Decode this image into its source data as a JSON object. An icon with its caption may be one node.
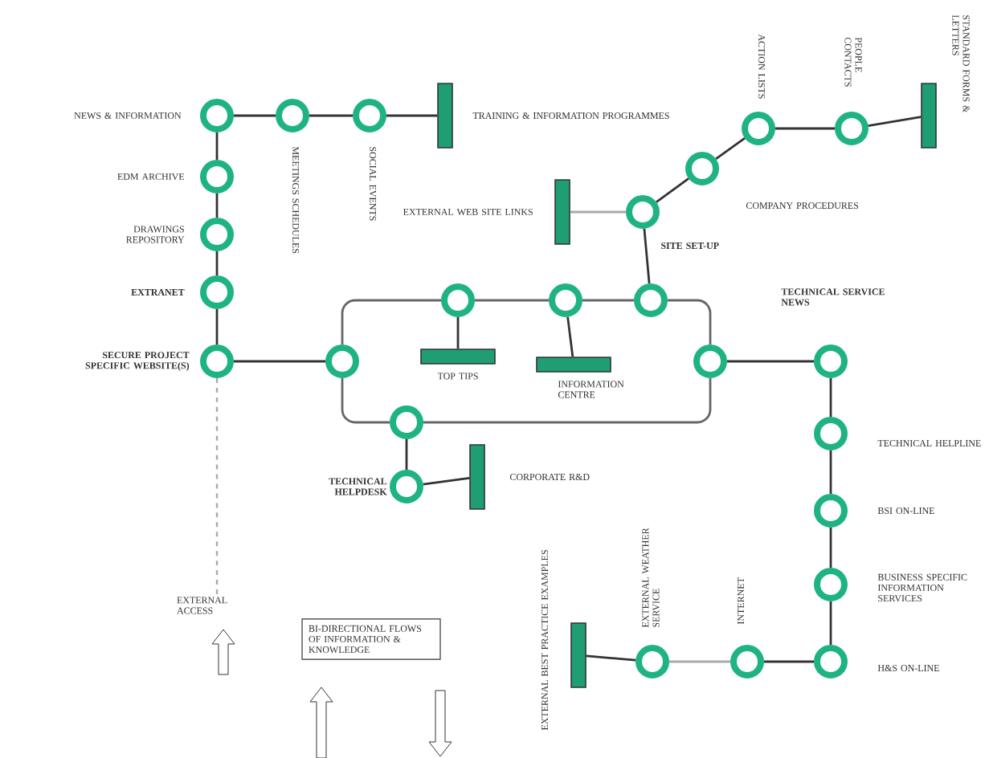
{
  "diagram": {
    "nodes": [
      {
        "text": [],
        "shape": "circle",
        "beside": [
          "NEWS & INFORMATION"
        ]
      },
      {
        "text": [],
        "shape": "circle",
        "beside": [
          "EDM ARCHIVE"
        ]
      },
      {
        "text": [],
        "shape": "circle",
        "beside": [
          "DRAWINGS REPOSITORY"
        ]
      },
      {
        "text": [],
        "shape": "circle",
        "beside": [
          "EXTRANET"
        ]
      },
      {
        "text": [],
        "shape": "circle",
        "beside": [
          "SECURE PROJECT SPECIFIC WEBSITE(S)"
        ]
      },
      {
        "text": [],
        "shape": "circle",
        "beside": [
          "MEETINGS SCHEDULES"
        ]
      },
      {
        "text": [],
        "shape": "circle",
        "beside": [
          "SOCIAL EVENTS"
        ]
      },
      {
        "text": [],
        "shape": "bar",
        "beside": [
          "TRAINING & INFORMATION PROGRAMMES"
        ]
      },
      {
        "text": [],
        "shape": "circle"
      },
      {
        "text": [],
        "shape": "circle"
      },
      {
        "text": [],
        "shape": "circle"
      },
      {
        "text": [],
        "shape": "circle"
      },
      {
        "text": [],
        "shape": "circle"
      },
      {
        "text": [],
        "shape": "circle"
      },
      {
        "text": [],
        "shape": "bar",
        "beside": [
          "TOP TIPS"
        ]
      },
      {
        "text": [],
        "shape": "bar",
        "beside": [
          "INFORMATION CENTRE"
        ]
      },
      {
        "text": [],
        "shape": "circle",
        "beside": [
          "SITE SET-UP"
        ]
      },
      {
        "text": [],
        "shape": "bar",
        "beside": [
          "EXTERNAL WEB SITE LINKS"
        ]
      },
      {
        "text": [],
        "shape": "circle",
        "beside": [
          "COMPANY PROCEDURES"
        ]
      },
      {
        "text": [],
        "shape": "circle",
        "beside": [
          "ACTION LISTS"
        ]
      },
      {
        "text": [],
        "shape": "circle",
        "beside": [
          "PEOPLE CONTACTS"
        ]
      },
      {
        "text": [],
        "shape": "bar",
        "beside": [
          "STANDARD FORMS & LETTERS"
        ]
      },
      {
        "text": [],
        "shape": "circle"
      },
      {
        "text": [],
        "shape": "circle",
        "beside": [
          "TECHNICAL HELPLINE"
        ]
      },
      {
        "text": [],
        "shape": "circle",
        "beside": [
          "BSI ON-LINE"
        ]
      },
      {
        "text": [],
        "shape": "circle",
        "beside": [
          "BUSINESS SPECIFIC INFORMATION SERVICES"
        ]
      },
      {
        "text": [],
        "shape": "circle",
        "beside": [
          "H&S ON-LINE"
        ]
      },
      {
        "text": [],
        "shape": "circle",
        "beside": [
          "INTERNET"
        ]
      },
      {
        "text": [],
        "shape": "circle",
        "beside": [
          "EXTERNAL WEATHER SERVICE"
        ]
      },
      {
        "text": [],
        "shape": "bar",
        "beside": [
          "EXTERNAL BEST PRACTICE EXAMPLES"
        ]
      },
      {
        "text": [],
        "shape": "circle",
        "beside": [
          "TECHNICAL HELPDESK"
        ]
      },
      {
        "text": [],
        "shape": "bar",
        "beside": [
          "CORPORATE R&D"
        ]
      },
      {
        "text": [
          "EXTERNAL ACCESS"
        ]
      },
      {
        "text": [
          "BI-DIRECTIONAL FLOWS OF INFORMATION & KNOWLEDGE"
        ]
      }
    ],
    "edges": [
      {
        "from": 0,
        "to": 1,
        "arrow": "none"
      },
      {
        "from": 1,
        "to": 2,
        "arrow": "none"
      },
      {
        "from": 2,
        "to": 3,
        "arrow": "none"
      },
      {
        "from": 3,
        "to": 4,
        "arrow": "none"
      },
      {
        "from": 0,
        "to": 5,
        "arrow": "none"
      },
      {
        "from": 5,
        "to": 6,
        "arrow": "none"
      },
      {
        "from": 6,
        "to": 7,
        "arrow": "none"
      },
      {
        "from": 4,
        "to": 8,
        "arrow": "none"
      },
      {
        "from": 8,
        "to": 9,
        "arrow": "none",
        "color": "#666666"
      },
      {
        "from": 9,
        "to": 10,
        "arrow": "none",
        "color": "#666666"
      },
      {
        "from": 10,
        "to": 11,
        "arrow": "none",
        "color": "#666666"
      },
      {
        "from": 11,
        "to": 12,
        "arrow": "none",
        "color": "#666666"
      },
      {
        "from": 12,
        "to": 13,
        "arrow": "none",
        "color": "#666666"
      },
      {
        "from": 13,
        "to": 8,
        "arrow": "none",
        "color": "#666666"
      },
      {
        "from": 9,
        "to": 14,
        "arrow": "none"
      },
      {
        "from": 10,
        "to": 15,
        "arrow": "none"
      },
      {
        "from": 11,
        "to": 16,
        "arrow": "none"
      },
      {
        "from": 16,
        "to": 17,
        "arrow": "none",
        "color": "#aaaaaa"
      },
      {
        "from": 16,
        "to": 18,
        "arrow": "none"
      },
      {
        "from": 18,
        "to": 19,
        "arrow": "none"
      },
      {
        "from": 19,
        "to": 20,
        "arrow": "none"
      },
      {
        "from": 20,
        "to": 21,
        "arrow": "none"
      },
      {
        "from": 12,
        "to": 22,
        "arrow": "none"
      },
      {
        "from": 22,
        "to": 23,
        "arrow": "none"
      },
      {
        "from": 23,
        "to": 24,
        "arrow": "none"
      },
      {
        "from": 24,
        "to": 25,
        "arrow": "none"
      },
      {
        "from": 25,
        "to": 26,
        "arrow": "none"
      },
      {
        "from": 26,
        "to": 27,
        "arrow": "none"
      },
      {
        "from": 27,
        "to": 28,
        "arrow": "none",
        "color": "#aaaaaa"
      },
      {
        "from": 28,
        "to": 29,
        "arrow": "none"
      },
      {
        "from": 13,
        "to": 30,
        "arrow": "none"
      },
      {
        "from": 30,
        "to": 31,
        "arrow": "none"
      },
      {
        "from": 4,
        "to": 32,
        "arrow": "none",
        "style": "dashed",
        "color": "#aaaaaa"
      }
    ],
    "labels": [
      "TECHNICAL SERVICE NEWS"
    ]
  }
}
